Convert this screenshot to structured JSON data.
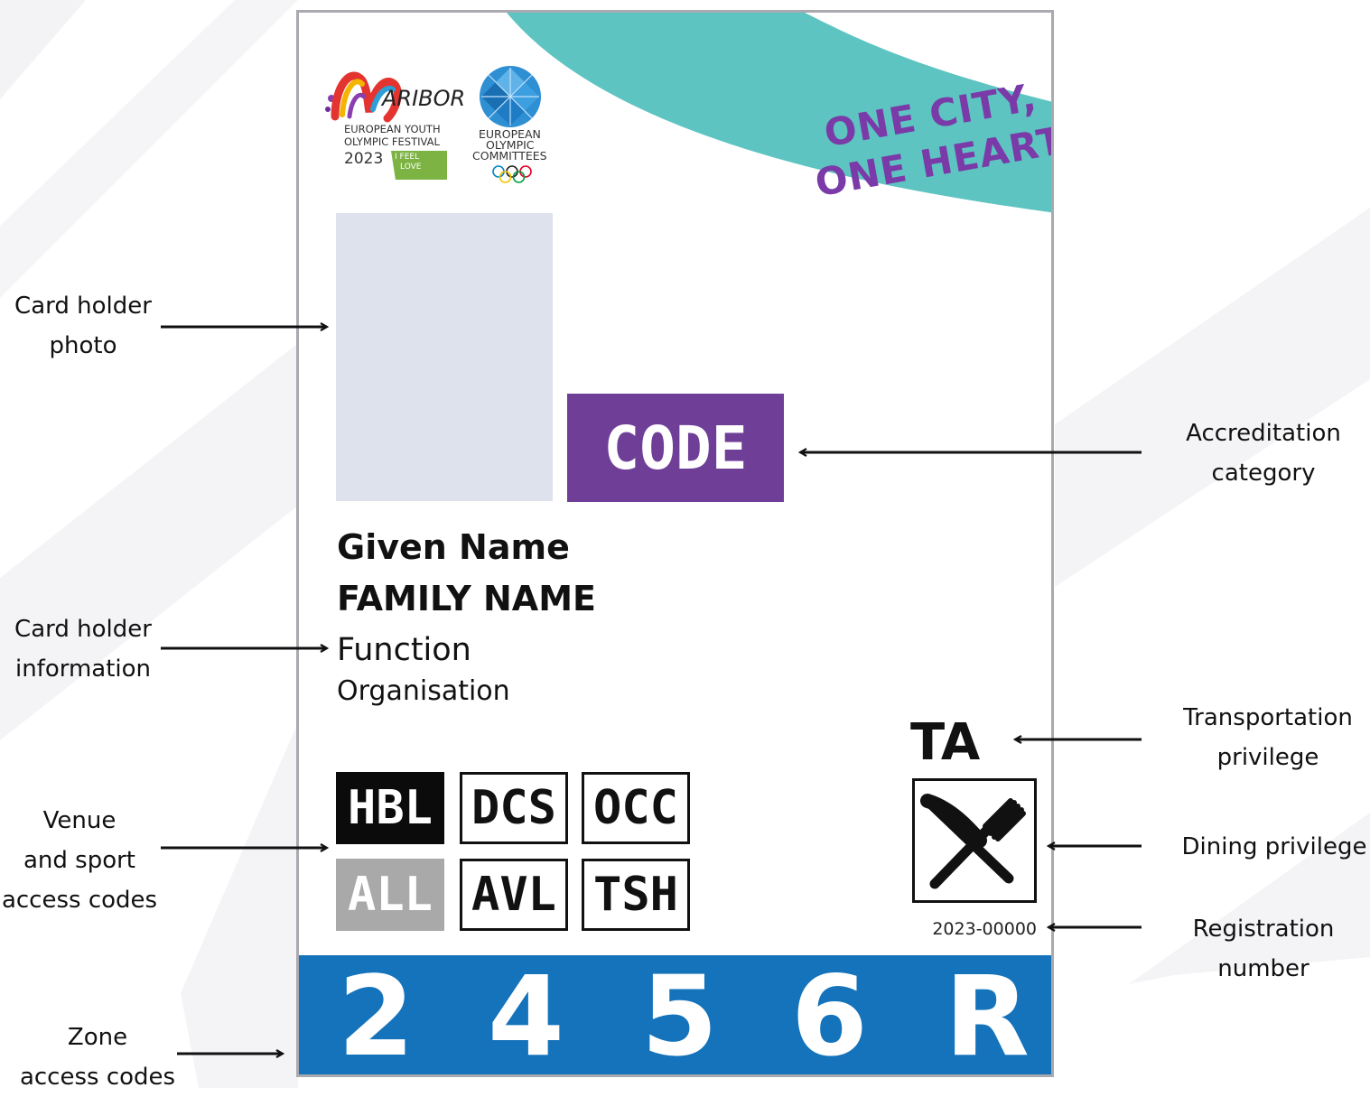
{
  "card": {
    "logos": {
      "maribor_word": "ARIBOR",
      "maribor_line1": "EUROPEAN YOUTH",
      "maribor_line2": "OLYMPIC FESTIVAL",
      "maribor_year": "2023",
      "maribor_tag1": "I FEEL",
      "maribor_tag2": "LOVE",
      "eoc_line1": "EUROPEAN",
      "eoc_line2": "OLYMPIC",
      "eoc_line3": "COMMITTEES"
    },
    "slogan_line1": "ONE CITY,",
    "slogan_line2": "ONE HEART",
    "category_code": "CODE",
    "given_name": "Given Name",
    "family_name": "FAMILY NAME",
    "function": "Function",
    "organisation": "Organisation",
    "venue_codes": [
      {
        "code": "HBL",
        "style": "filled-black"
      },
      {
        "code": "DCS",
        "style": "outline"
      },
      {
        "code": "OCC",
        "style": "outline"
      },
      {
        "code": "ALL",
        "style": "filled-grey"
      },
      {
        "code": "AVL",
        "style": "outline"
      },
      {
        "code": "TSH",
        "style": "outline"
      }
    ],
    "transport_code": "TA",
    "dining_icon": "fork-knife-icon",
    "registration_number": "2023-00000",
    "zone_codes": [
      "2",
      "4",
      "5",
      "6",
      "R"
    ]
  },
  "annotations": {
    "card_holder_photo": [
      "Card holder",
      "photo"
    ],
    "card_holder_information": [
      "Card holder",
      "information"
    ],
    "venue_sport_codes": [
      "Venue",
      "and sport",
      "access codes"
    ],
    "zone_access_codes": [
      "Zone",
      "access codes"
    ],
    "accreditation_category": [
      "Accreditation",
      "category"
    ],
    "transportation_privilege": [
      "Transportation",
      "privilege"
    ],
    "dining_privilege": [
      "Dining privilege"
    ],
    "registration_number": [
      "Registration",
      "number"
    ]
  },
  "colors": {
    "category_purple": "#6f3f98",
    "zone_blue": "#1473bb",
    "swoosh_teal": "#5ec4c1",
    "slogan_purple": "#7a3aa8",
    "photo_placeholder": "#dde2ec"
  }
}
